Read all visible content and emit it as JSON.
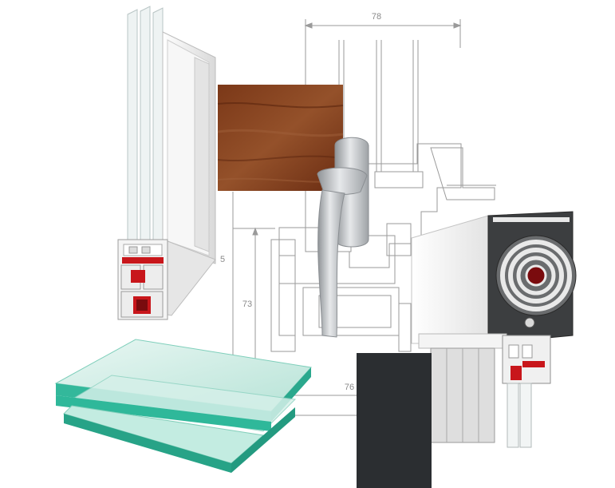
{
  "dimensions": {
    "top_width": "78",
    "left_height": "73",
    "bottom_width": "76",
    "side_fragment": "5"
  },
  "colors": {
    "wood_dark": "#6b2f14",
    "wood_light": "#8a4a26",
    "anthracite": "#2b2e31",
    "glass_edge": "#2fb89a",
    "glass_face": "#cfeee6",
    "pvc_white": "#f1f1f1",
    "gasket_red": "#c8161b",
    "handle_silver": "#b9bcc0"
  }
}
